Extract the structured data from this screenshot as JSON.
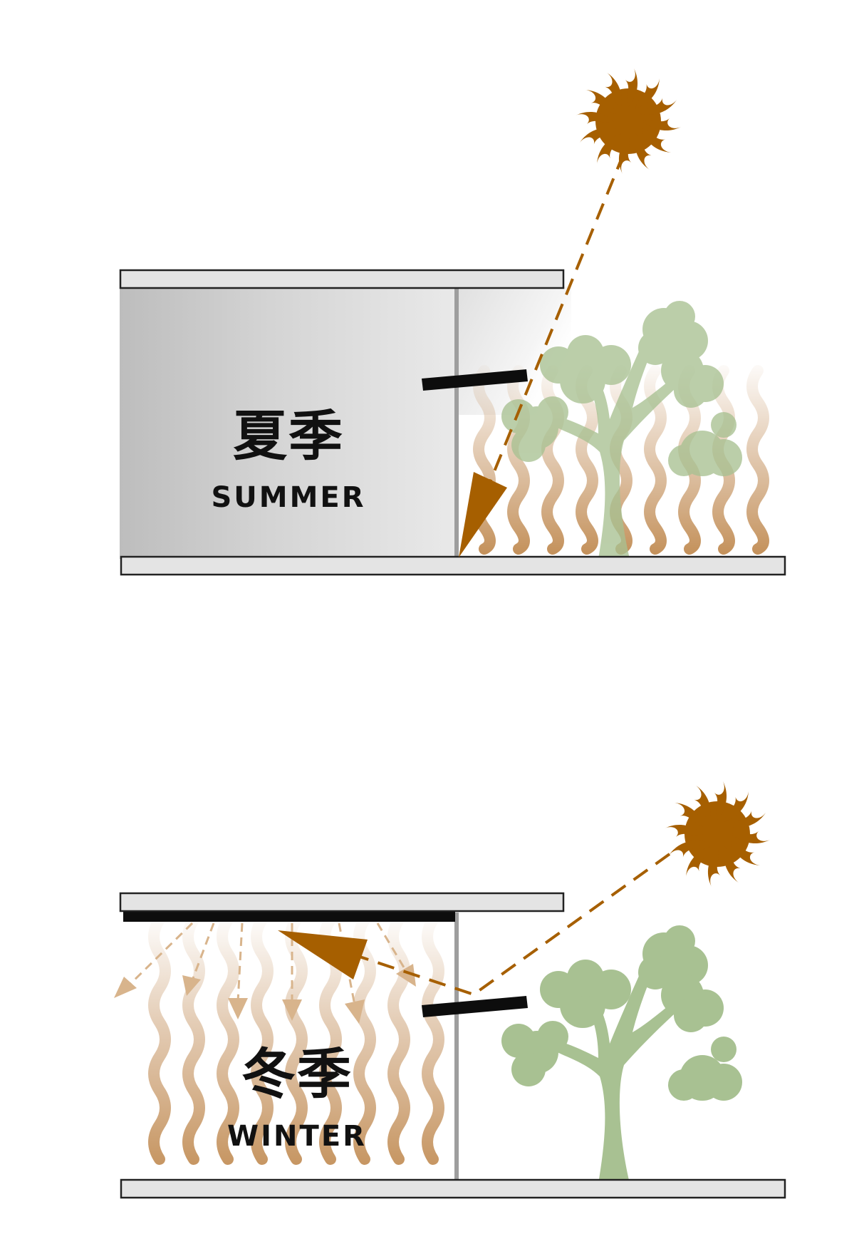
{
  "summer": {
    "label_cn": "夏季",
    "label_en": "SUMMER"
  },
  "winter": {
    "label_cn": "冬季",
    "label_en": "WINTER"
  },
  "colors": {
    "sun": "#a65f00",
    "tree": "#a8c192",
    "heat_wave": "#c49260",
    "soft_ray": "#d8b48c",
    "slab": "#e4e4e4",
    "shade": "#0d0d0d"
  },
  "icons": {
    "sun": "sun-icon",
    "tree": "tree-icon",
    "heat": "heat-wave-icon"
  }
}
